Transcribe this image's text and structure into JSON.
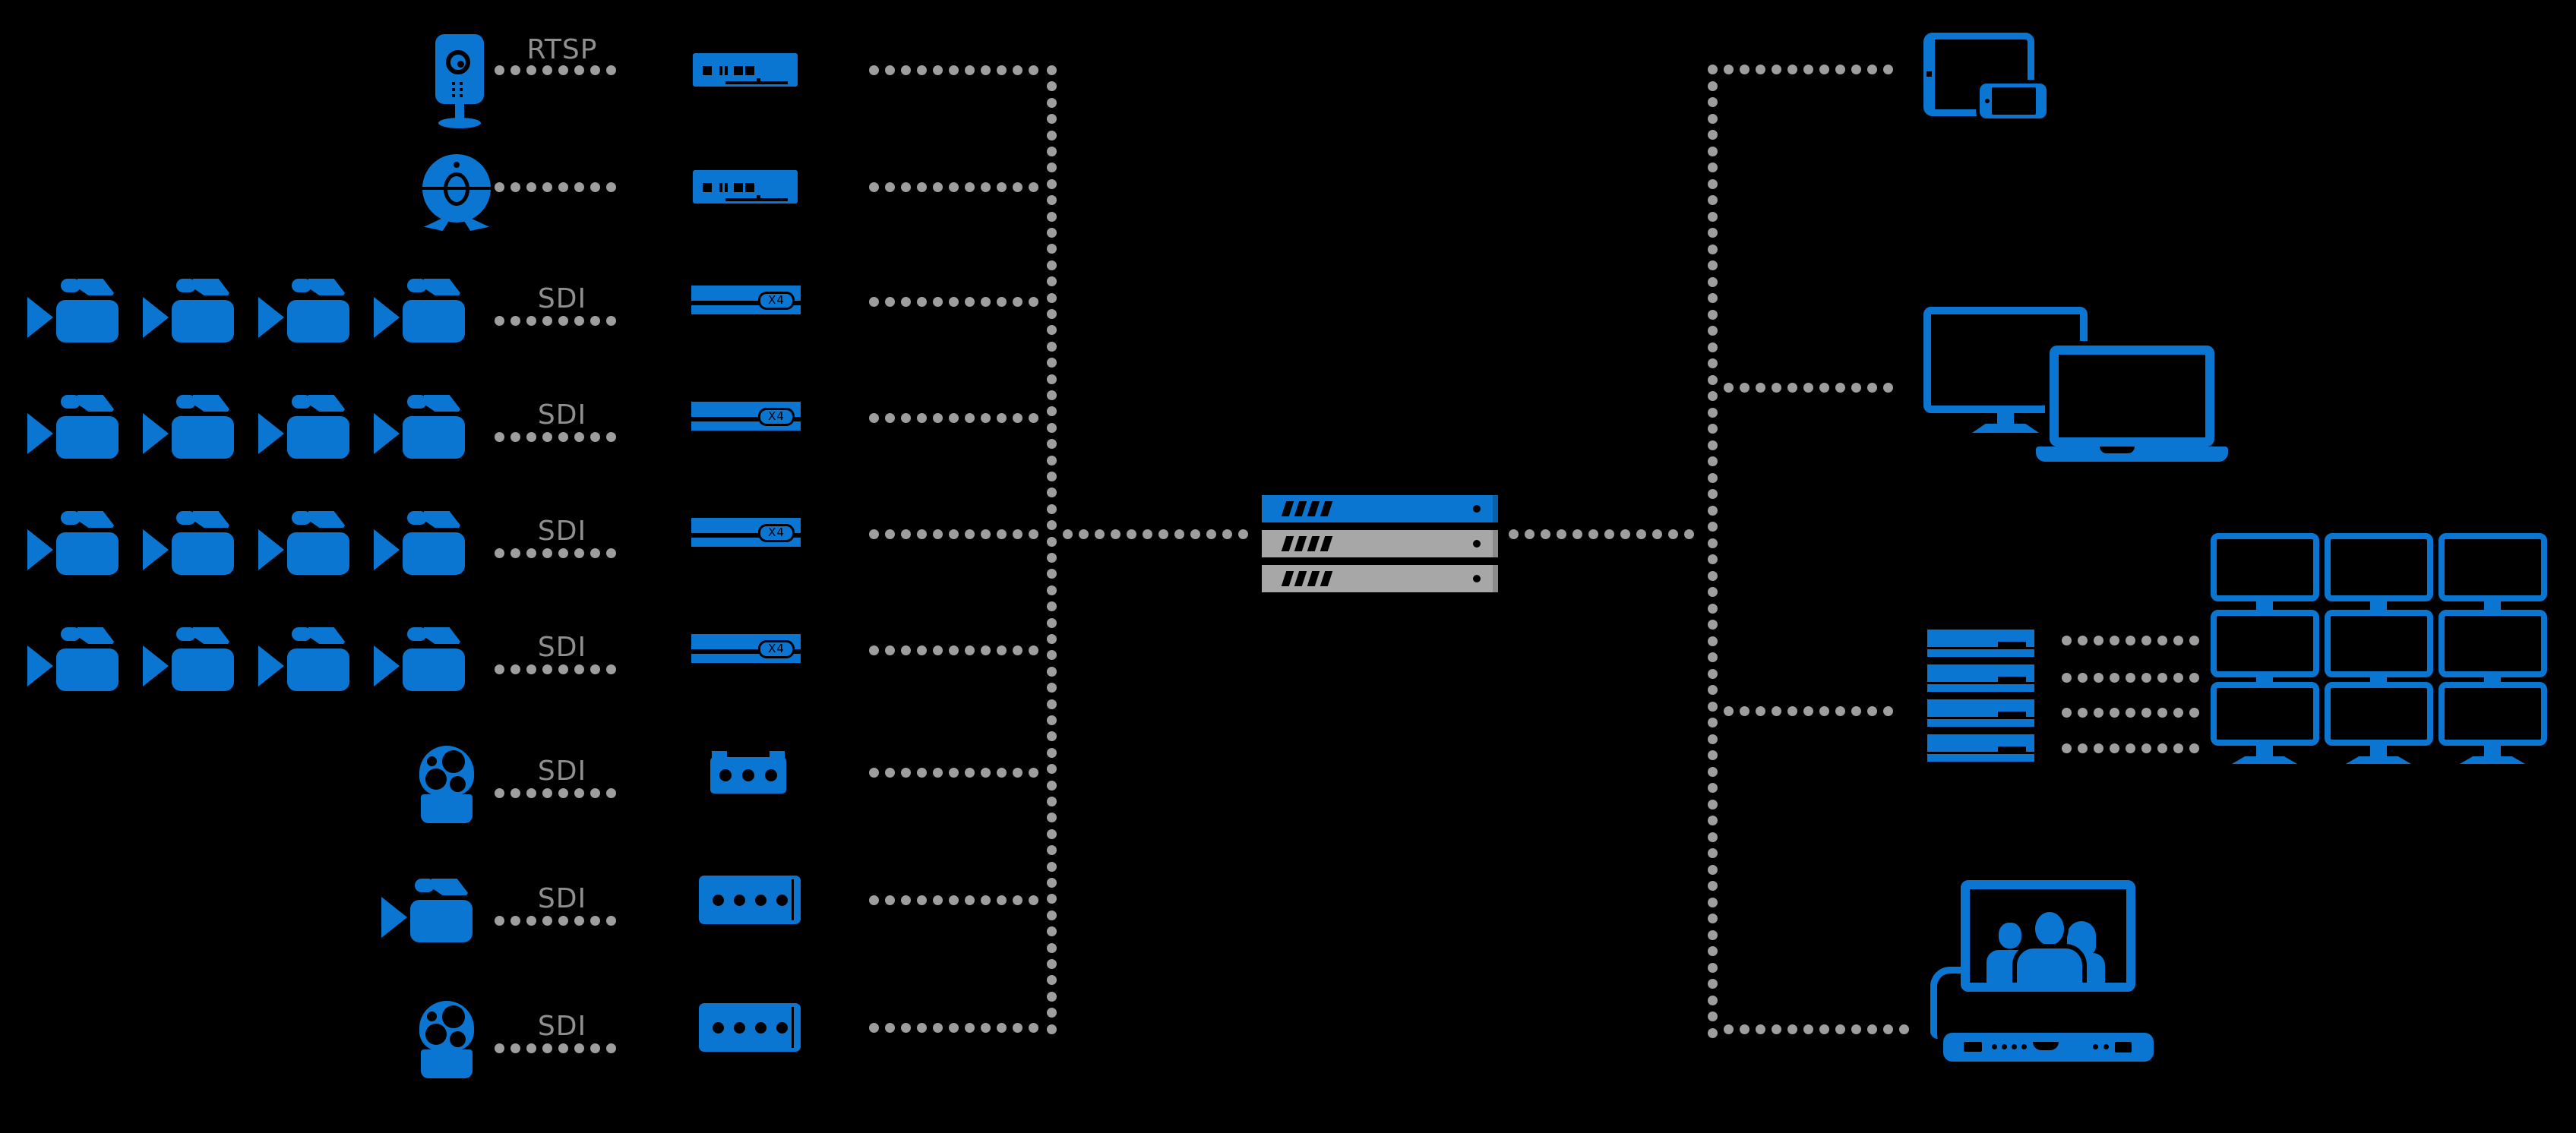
{
  "title": "video-streaming-distribution-diagram",
  "colors": {
    "accent": "#0b76d2",
    "line": "#9e9e9e",
    "label": "#8f8f8f",
    "server_gray": "#a7a7a7",
    "background": "#000000"
  },
  "rows": [
    {
      "source": "ip-camera",
      "protocol": "RTSP",
      "encoder": "streaming-encoder"
    },
    {
      "source": "webcam",
      "protocol": "",
      "encoder": "streaming-encoder"
    },
    {
      "source": "sdi-camera-group-x4",
      "protocol": "SDI",
      "badge": "X4",
      "encoder": "rack-encoder-x4"
    },
    {
      "source": "sdi-camera-group-x4",
      "protocol": "SDI",
      "badge": "X4",
      "encoder": "rack-encoder-x4"
    },
    {
      "source": "sdi-camera-group-x4",
      "protocol": "SDI",
      "badge": "X4",
      "encoder": "rack-encoder-x4"
    },
    {
      "source": "sdi-camera-group-x4",
      "protocol": "SDI",
      "badge": "X4",
      "encoder": "rack-encoder-x4"
    },
    {
      "source": "ptz-dome-camera",
      "protocol": "SDI",
      "encoder": "capture-box-3-port"
    },
    {
      "source": "sdi-camcorder",
      "protocol": "SDI",
      "encoder": "capture-box-4-port"
    },
    {
      "source": "ptz-dome-camera",
      "protocol": "SDI",
      "encoder": "capture-box-4-port"
    }
  ],
  "core": {
    "name": "media-server-rack",
    "units": [
      "blue-server-unit",
      "gray-server-unit",
      "gray-server-unit"
    ]
  },
  "outputs": [
    {
      "name": "tablet-and-phone"
    },
    {
      "name": "desktop-monitor-and-laptop"
    },
    {
      "name": "decoder-stack-and-video-wall",
      "wall_grid": "3x3"
    },
    {
      "name": "video-conference-system"
    }
  ]
}
